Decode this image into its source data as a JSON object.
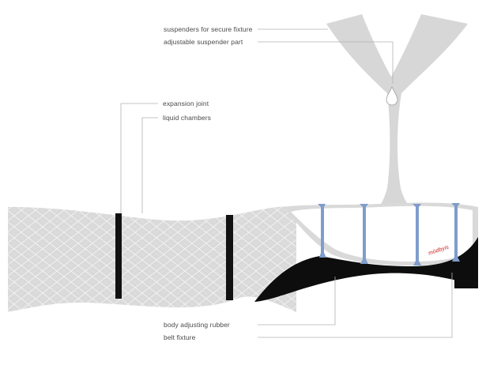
{
  "labels": {
    "suspenders": "suspenders for secure fixture",
    "adjustable_suspender": "adjustable suspender part",
    "expansion_joint": "expansion joint",
    "liquid_chambers": "liquid chambers",
    "body_rubber": "body adjusting rubber",
    "belt_fixture": "belt fixture",
    "brand": "mödbyis"
  },
  "colors": {
    "body_fill": "#d9d9d9",
    "pattern_line": "#f2f2f2",
    "joint": "#111111",
    "suspender_fill": "#d7d7d7",
    "rubber": "#0d0d0d",
    "chamber_wall": "#7f9ccc",
    "leader": "#b3b3b3",
    "brand": "#cc2222"
  },
  "icons": {
    "drop": "liquid-drop-icon"
  }
}
